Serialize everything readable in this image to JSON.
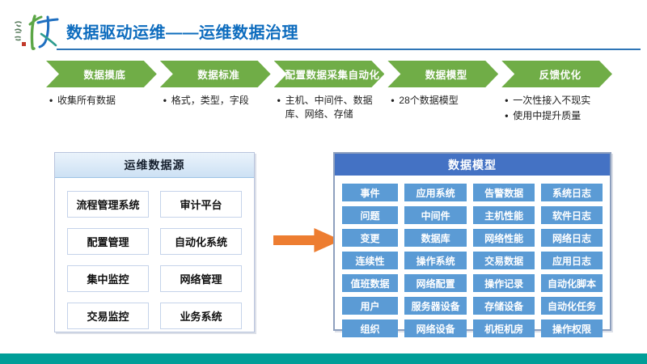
{
  "header": {
    "title": "数据驱动运维——运维数据治理"
  },
  "process": {
    "steps": [
      {
        "label": "数据摸底",
        "bullets": [
          "收集所有数据"
        ]
      },
      {
        "label": "数据标准",
        "bullets": [
          "格式，类型，字段"
        ]
      },
      {
        "label": "配置数据采集自动化",
        "bullets": [
          "主机、中间件、数据库、网络、存储"
        ]
      },
      {
        "label": "数据模型",
        "bullets": [
          "28个数据模型"
        ]
      },
      {
        "label": "反馈优化",
        "bullets": [
          "一次性接入不现实",
          "使用中提升质量"
        ]
      }
    ]
  },
  "source_panel": {
    "title": "运维数据源",
    "items": [
      "流程管理系统",
      "审计平台",
      "配置管理",
      "自动化系统",
      "集中监控",
      "网络管理",
      "交易监控",
      "业务系统"
    ]
  },
  "model_panel": {
    "title": "数据模型",
    "items": [
      "事件",
      "应用系统",
      "告警数据",
      "系统日志",
      "问题",
      "中间件",
      "主机性能",
      "软件日志",
      "变更",
      "数据库",
      "网络性能",
      "网络日志",
      "连续性",
      "操作系统",
      "交易数据",
      "应用日志",
      "值班数据",
      "网络配置",
      "操作记录",
      "自动化脚本",
      "用户",
      "服务器设备",
      "存储设备",
      "自动化任务",
      "组织",
      "网络设备",
      "机柜机房",
      "操作权限"
    ]
  },
  "icons": {
    "flow_arrow": "right-arrow",
    "logo": "brand-calligraphy-logo"
  },
  "colors": {
    "title_blue": "#0D6CBE",
    "rule_blue": "#2E75B6",
    "chevron_green": "#70AD47",
    "model_header_blue": "#4472C4",
    "model_item_blue": "#5B9BD5",
    "source_header_bg": "#D9E9F7",
    "arrow_orange": "#ED7D31",
    "footer_teal": "#009E98"
  }
}
